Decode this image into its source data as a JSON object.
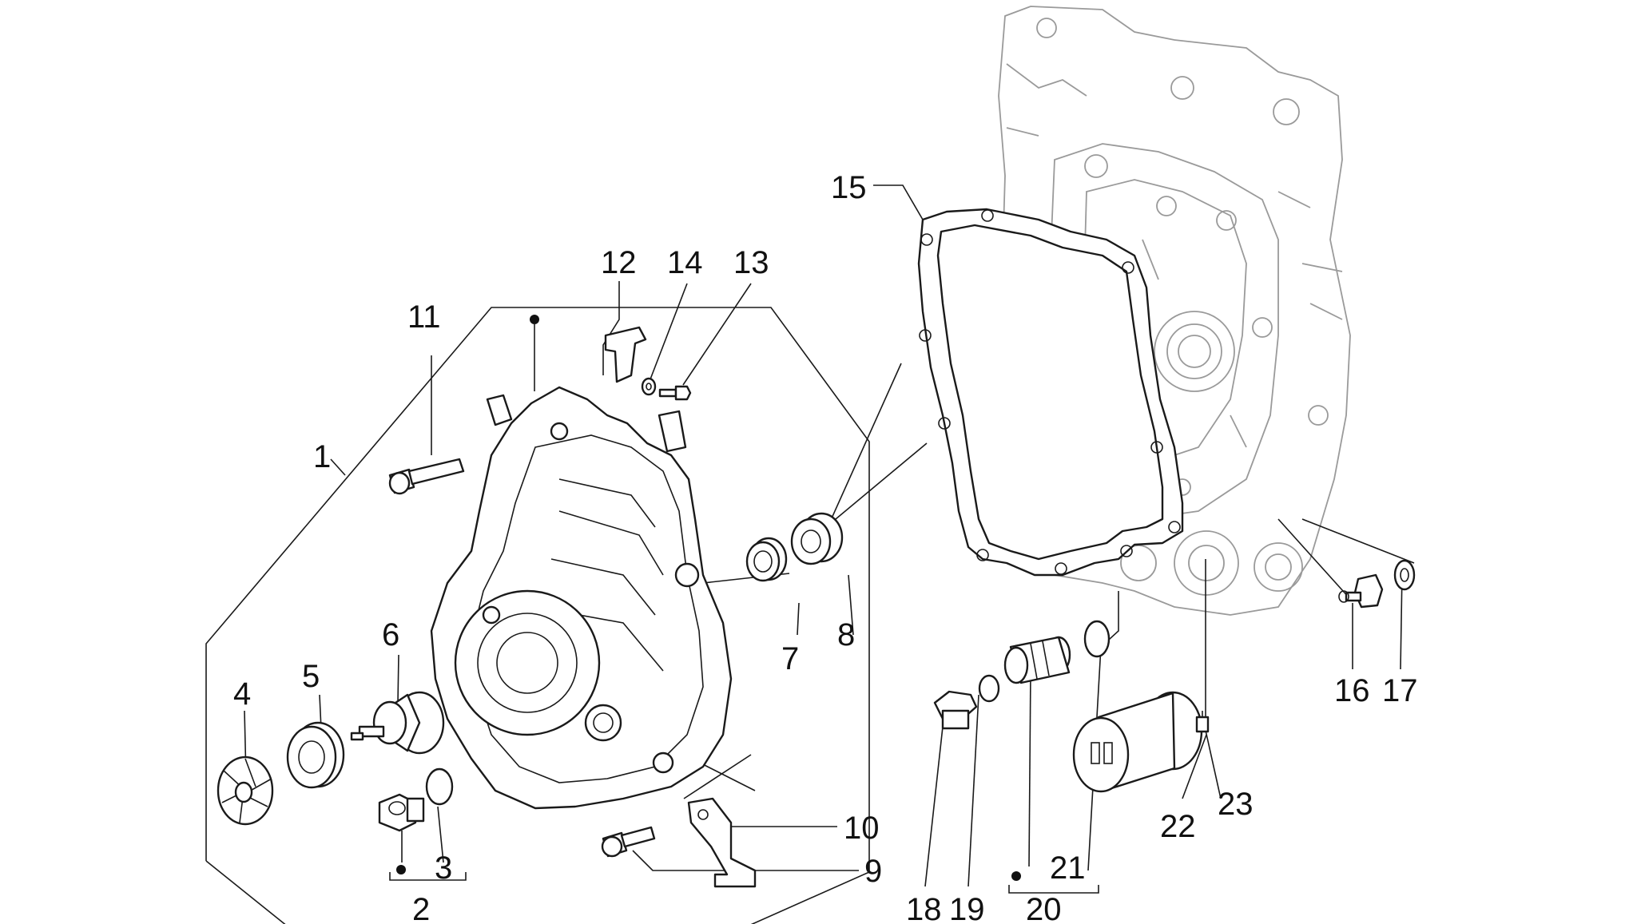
{
  "callouts": [
    {
      "id": "1",
      "label": "1"
    },
    {
      "id": "2",
      "label": "2"
    },
    {
      "id": "3",
      "label": "3"
    },
    {
      "id": "4",
      "label": "4"
    },
    {
      "id": "5",
      "label": "5"
    },
    {
      "id": "6",
      "label": "6"
    },
    {
      "id": "7",
      "label": "7"
    },
    {
      "id": "8",
      "label": "8"
    },
    {
      "id": "9",
      "label": "9"
    },
    {
      "id": "10",
      "label": "10"
    },
    {
      "id": "11",
      "label": "11"
    },
    {
      "id": "12",
      "label": "12"
    },
    {
      "id": "13",
      "label": "13"
    },
    {
      "id": "14",
      "label": "14"
    },
    {
      "id": "15",
      "label": "15"
    },
    {
      "id": "16",
      "label": "16"
    },
    {
      "id": "17",
      "label": "17"
    },
    {
      "id": "18",
      "label": "18"
    },
    {
      "id": "19",
      "label": "19"
    },
    {
      "id": "20",
      "label": "20"
    },
    {
      "id": "21",
      "label": "21"
    },
    {
      "id": "22",
      "label": "22"
    },
    {
      "id": "23",
      "label": "23"
    }
  ],
  "colors": {
    "line": "#1a1a1a",
    "engine_block": "#9a9a9a",
    "background": "#ffffff"
  }
}
